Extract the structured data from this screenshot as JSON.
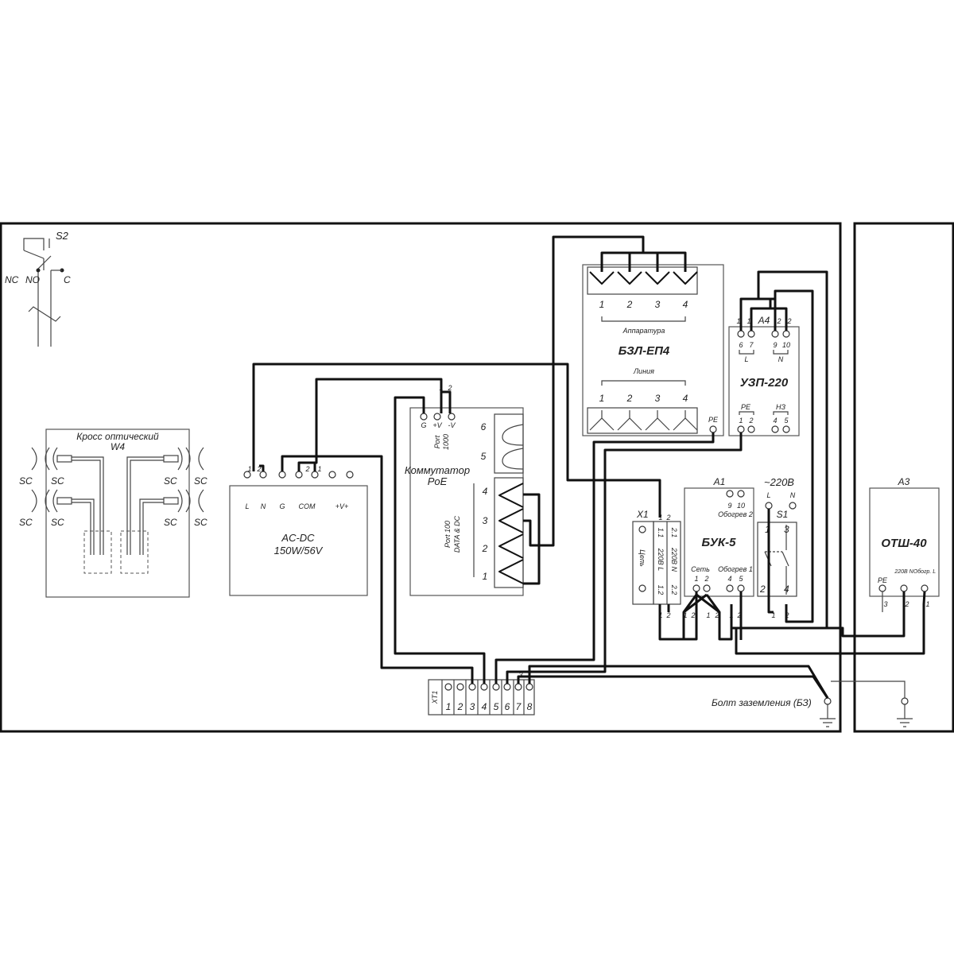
{
  "switch_s2": {
    "ref": "S2",
    "nc": "NC",
    "no": "NO",
    "c": "C"
  },
  "cross": {
    "title_line1": "Кросс оптический",
    "title_line2": "W4",
    "connector": "SC"
  },
  "acdc": {
    "name_line1": "AC-DC",
    "name_line2": "150W/56V",
    "terminals": [
      "L",
      "N",
      "G",
      "COM",
      "+V+"
    ],
    "wire_nums": [
      "1",
      "2",
      "2",
      "1"
    ]
  },
  "poe": {
    "title_line1": "Коммутатор",
    "title_line2": "PoE",
    "terminals": [
      "G",
      "+V",
      "-V"
    ],
    "wire_nums": [
      "1",
      "2"
    ],
    "port1000_line1": "Port",
    "port1000_line2": "1000",
    "port100_line1": "Port 100",
    "port100_line2": "DATA & DC",
    "ports_1000": [
      "6",
      "5"
    ],
    "ports_100": [
      "4",
      "3",
      "2",
      "1"
    ]
  },
  "bzl": {
    "title": "БЗЛ-ЕП4",
    "top_label": "Аппаратура",
    "bottom_label": "Линия",
    "nums": [
      "1",
      "2",
      "3",
      "4"
    ],
    "pe": "PE"
  },
  "uzp": {
    "title": "УЗП-220",
    "ref": "A4",
    "wire_nums": [
      "1",
      "1",
      "2",
      "2"
    ],
    "top_terms": [
      "6",
      "7",
      "9",
      "10"
    ],
    "l": "L",
    "n": "N",
    "pe": "PE",
    "nz": "НЗ",
    "bottom_terms": [
      "1",
      "2",
      "4",
      "5"
    ]
  },
  "x1": {
    "ref": "X1",
    "wire_nums": [
      "1",
      "2"
    ],
    "circuit": "Цепь",
    "col_220l": "220В L",
    "col_220n": "220В N",
    "t11": "1.1",
    "t12": "1.2",
    "t21": "2.1",
    "t22": "2.2",
    "bottom_nums": [
      "1",
      "2"
    ]
  },
  "buk": {
    "title": "БУК-5",
    "ref": "A1",
    "top_terms": [
      "9",
      "10"
    ],
    "heat2": "Обогрев 2",
    "set": "Сеть",
    "heat1": "Обогрев 1",
    "bottom_terms": [
      "1",
      "2",
      "4",
      "5"
    ],
    "wire_nums": [
      "1",
      "2",
      "1",
      "2",
      "1",
      "2"
    ]
  },
  "s1": {
    "ref": "S1",
    "voltage": "~220В",
    "l": "L",
    "n": "N",
    "nums": [
      "1",
      "3",
      "2",
      "4"
    ],
    "wire_nums": [
      "1",
      "2"
    ]
  },
  "xt1": {
    "ref": "ХТ1",
    "nums": [
      "1",
      "2",
      "3",
      "4",
      "5",
      "6",
      "7",
      "8"
    ],
    "wire_num": "3"
  },
  "ground": {
    "label": "Болт заземления (БЗ)"
  },
  "otsh": {
    "title": "ОТШ-40",
    "ref": "A3",
    "sub_labels": [
      "PE",
      "220В N",
      "Обогр. L"
    ],
    "wire_nums": [
      "3",
      "2",
      "1"
    ]
  }
}
